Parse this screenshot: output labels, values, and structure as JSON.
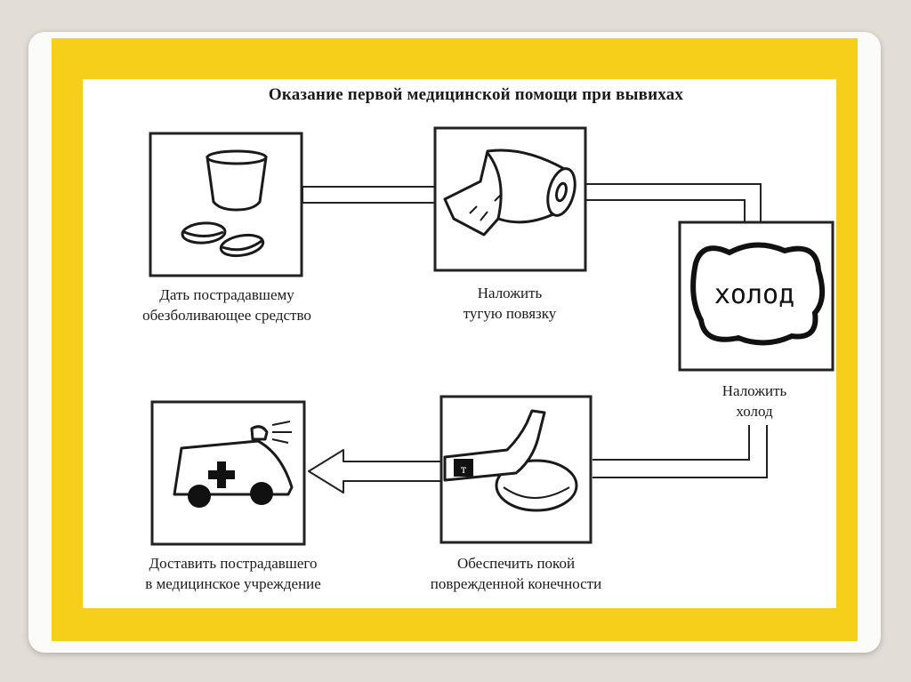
{
  "title": "Оказание первой медицинской помощи при вывихах",
  "steps": [
    {
      "icon": "pills-icon",
      "line1": "Дать пострадавшему",
      "line2": "обезболивающее средство"
    },
    {
      "icon": "bandage-roll-icon",
      "line1": "Наложить",
      "line2": "тугую повязку"
    },
    {
      "icon": "cold-pack-icon",
      "icon_text": "холод",
      "line1": "Наложить",
      "line2": "холод"
    },
    {
      "icon": "immobilized-limb-icon",
      "line1": "Обеспечить покой",
      "line2": "поврежденной конечности"
    },
    {
      "icon": "ambulance-icon",
      "line1": "Доставить пострадавшего",
      "line2": "в медицинское учреждение"
    }
  ]
}
